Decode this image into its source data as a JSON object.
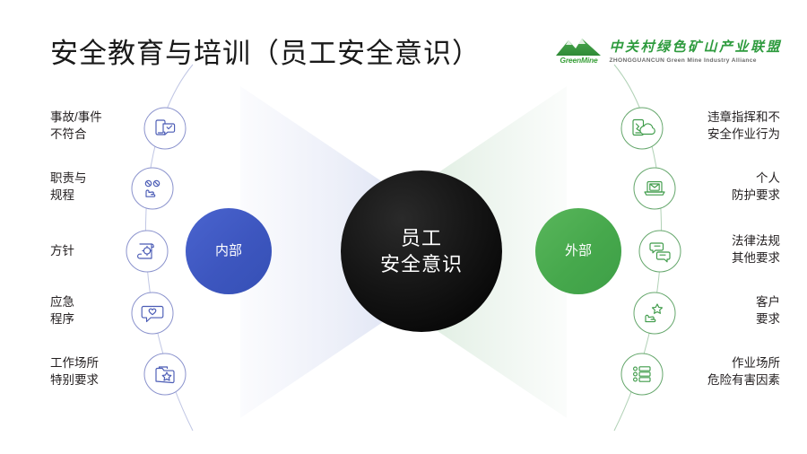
{
  "header": {
    "title": "安全教育与培训（员工安全意识）",
    "logo": {
      "mark_label": "GreenMine",
      "cn_name": "中关村绿色矿山产业联盟",
      "en_name": "ZHONGGUANCUN Green Mine Industry Alliance",
      "mark_icon": "mountain-icon",
      "brand_green": "#2e9b3e"
    }
  },
  "hubs": {
    "internal": {
      "label": "内部",
      "color": "#3d56bf"
    },
    "center": {
      "line1": "员工",
      "line2": "安全意识",
      "color": "#000000"
    },
    "external": {
      "label": "外部",
      "color": "#46a84c"
    }
  },
  "internal_items": [
    {
      "label": "事故/事件\n不符合",
      "icon": "phone-message-icon"
    },
    {
      "label": "职责与\n规程",
      "icon": "hand-gears-icon"
    },
    {
      "label": "方针",
      "icon": "document-gear-icon"
    },
    {
      "label": "应急\n程序",
      "icon": "chat-heart-icon"
    },
    {
      "label": "工作场所\n特别要求",
      "icon": "folder-star-icon"
    }
  ],
  "external_items": [
    {
      "label": "违章指挥和不\n安全作业行为",
      "icon": "phone-broken-icon"
    },
    {
      "label": "个人\n防护要求",
      "icon": "laptop-mail-icon"
    },
    {
      "label": "法律法规\n其他要求",
      "icon": "chat-bubbles-icon"
    },
    {
      "label": "客户\n要求",
      "icon": "hand-star-icon"
    },
    {
      "label": "作业场所\n危险有害因素",
      "icon": "checklist-icon"
    }
  ],
  "theme": {
    "internal_stroke": "#7b84c9",
    "external_stroke": "#4f9e58",
    "background": "#ffffff"
  }
}
